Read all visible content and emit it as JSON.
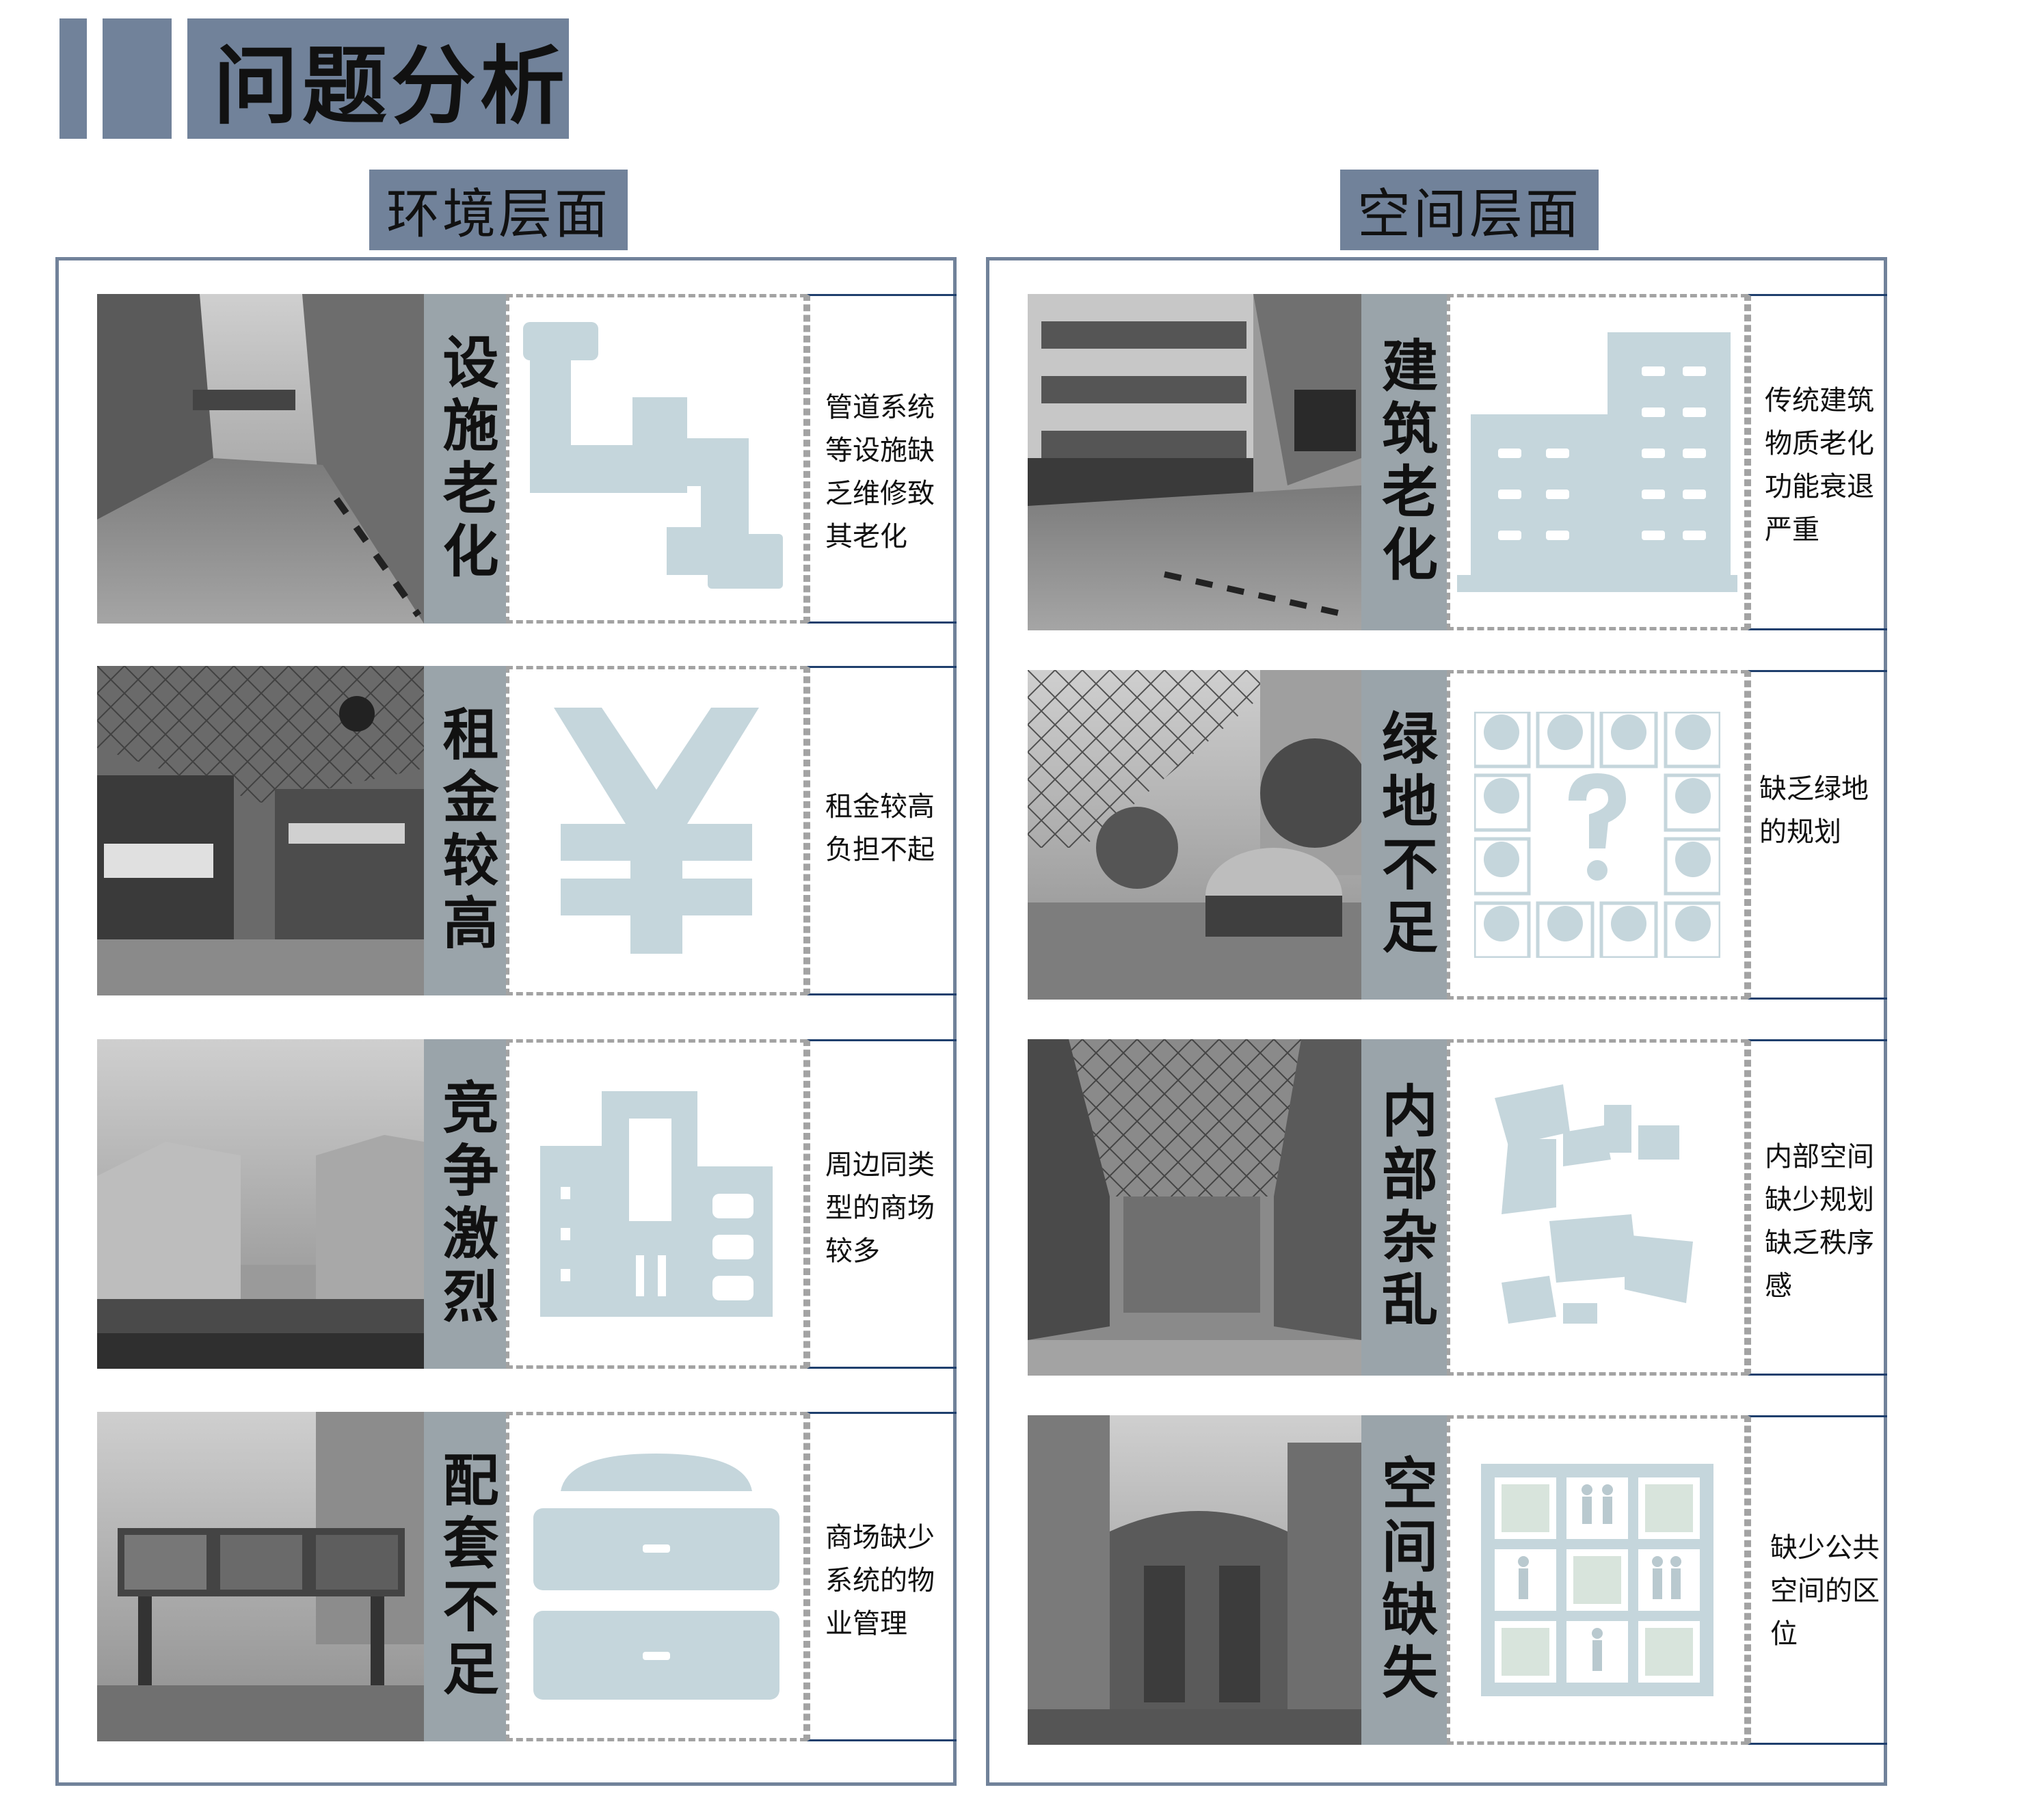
{
  "page_title": "问题分析",
  "colors": {
    "accent": "#71829a",
    "label_bg": "#9aa4aa",
    "icon_fill": "#c5d6dc",
    "rule": "#1f3f6d",
    "dash": "#a3a3a3"
  },
  "sections": [
    {
      "heading": "环境层面",
      "items": [
        {
          "label": "设施老化",
          "icon": "pipe-icon",
          "desc": "管道系统等设施缺乏维修致其老化"
        },
        {
          "label": "租金较高",
          "icon": "yen-icon",
          "desc": "租金较高负担不起"
        },
        {
          "label": "竞争激烈",
          "icon": "buildings-icon",
          "desc": "周边同类型的商场较多"
        },
        {
          "label": "配套不足",
          "icon": "drawer-icon",
          "desc": "商场缺少系统的物业管理"
        }
      ]
    },
    {
      "heading": "空间层面",
      "items": [
        {
          "label": "建筑老化",
          "icon": "old-building-icon",
          "desc": "传统建筑物质老化功能衰退严重"
        },
        {
          "label": "绿地不足",
          "icon": "trees-question-icon",
          "desc": "缺乏绿地的规划"
        },
        {
          "label": "内部杂乱",
          "icon": "scattered-blocks-icon",
          "desc": "内部空间缺少规划缺乏秩序感"
        },
        {
          "label": "空间缺失",
          "icon": "space-grid-icon",
          "desc": "缺少公共空间的区位"
        }
      ]
    }
  ]
}
